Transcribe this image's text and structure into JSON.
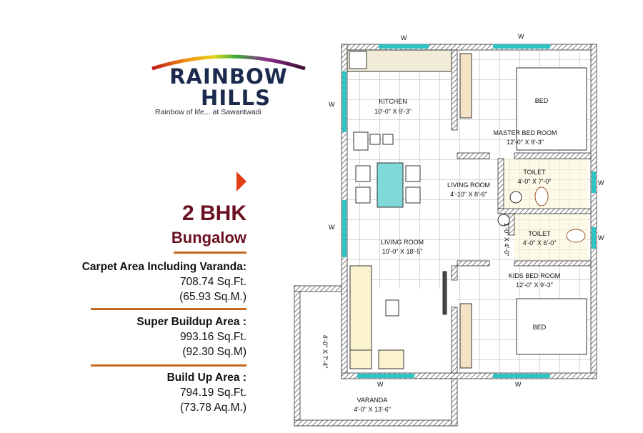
{
  "logo": {
    "name_line1": "RAINBOW",
    "name_line2": "HILLS",
    "tagline": "Rainbow of life... at Sawantwadi"
  },
  "unit": {
    "type": "2 BHK",
    "subtype": "Bungalow"
  },
  "areas": [
    {
      "label": "Carpet Area Including Varanda:",
      "sqft": "708.74 Sq.Ft.",
      "sqm": "(65.93 Sq.M.)"
    },
    {
      "label": "Super Buildup Area :",
      "sqft": "993.16 Sq.Ft.",
      "sqm": "(92.30 Sq.M)"
    },
    {
      "label": "Build Up Area :",
      "sqft": "794.19 Sq.Ft.",
      "sqm": "(73.78 Aq.M.)"
    }
  ],
  "colors": {
    "accent": "#6b1020",
    "arrow": "#e23d14",
    "rule": "#c56a1f",
    "window": "#2ec4c4"
  },
  "plan": {
    "rooms": {
      "kitchen": {
        "name": "KITCHEN",
        "size": "10'-0\" X 9'-3\""
      },
      "master": {
        "name": "MASTER BED ROOM",
        "size": "12'-0\" X 9'-3\""
      },
      "bed1": "BED",
      "living_small": {
        "name": "LIVING ROOM",
        "size": "4'-10\" X 8'-6\""
      },
      "toilet1": {
        "name": "TOILET",
        "size": "4'-0\" X 7'-0\""
      },
      "toilet2": {
        "name": "TOILET",
        "size": "4'-0\" X 6'-0\""
      },
      "wash": "1'-0\" X 4'-0\"",
      "living": {
        "name": "LIVING ROOM",
        "size": "10'-0\" X 18'-5\""
      },
      "kids": {
        "name": "KIDS BED ROOM",
        "size": "12'-0\" X 9'-3\""
      },
      "bed2": "BED",
      "varanda": {
        "name": "VARANDA",
        "size": "4'-0\" X 13'-6\""
      },
      "side": "4'-0\" X 7'-4\""
    },
    "window": "W"
  }
}
